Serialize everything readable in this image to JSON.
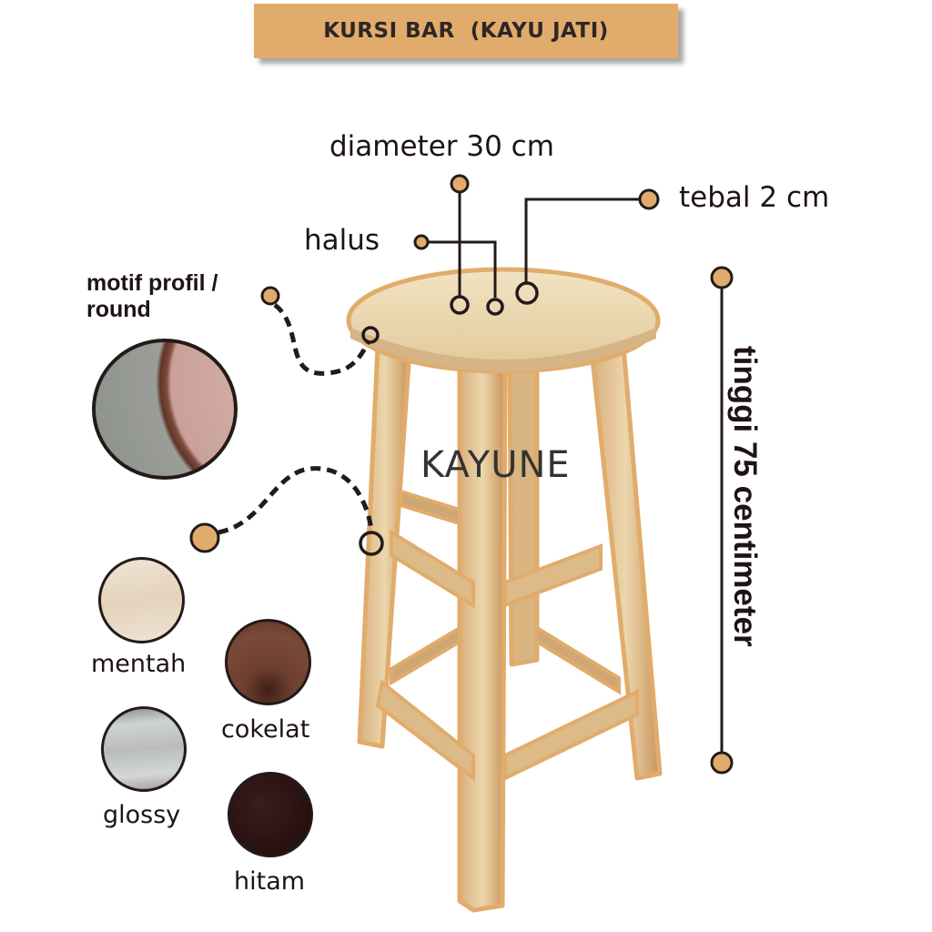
{
  "title": "KURSI BAR  (KAYU JATI)",
  "brand_watermark": "KAYUNE",
  "annotations": {
    "diameter": "diameter 30 cm",
    "thickness": "tebal 2 cm",
    "finish": "halus",
    "edge_profile": "motif profil /\nround",
    "height": "tinggi 75 centimeter"
  },
  "finish_options": [
    {
      "label": "mentah",
      "color": "#e9dccb"
    },
    {
      "label": "cokelat",
      "color": "#6b3d2f"
    },
    {
      "label": "glossy",
      "color": "#c6cbcb"
    },
    {
      "label": "hitam",
      "color": "#2a1414"
    }
  ],
  "colors": {
    "accent": "#e1ac6b",
    "outline": "#231a1a",
    "wood_light": "#e8d2a8",
    "wood_mid": "#c99a62"
  }
}
